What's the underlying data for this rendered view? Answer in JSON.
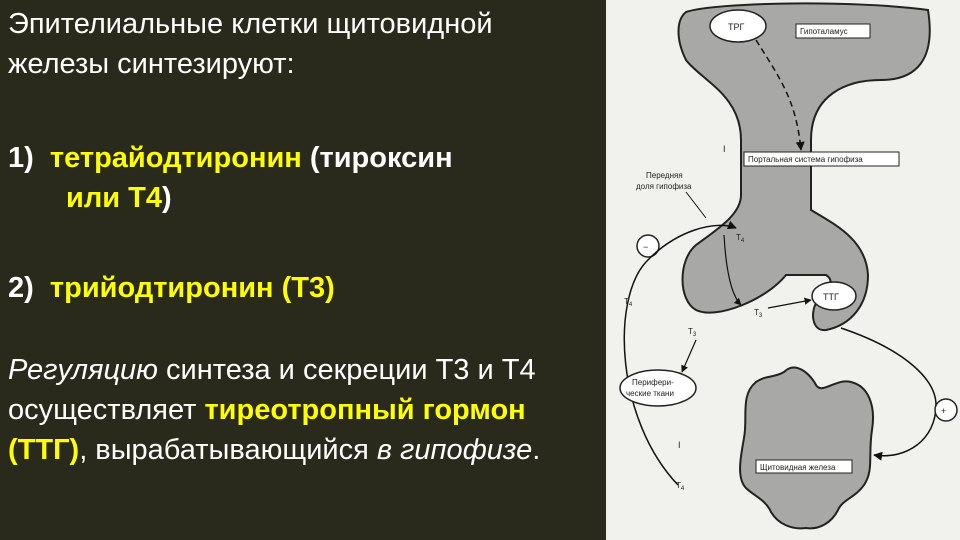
{
  "text": {
    "intro": "Эпителиальные клетки щитовидной железы синтезируют:",
    "item1_num": "1)",
    "item1_a": "тетрайодтиронин",
    "item1_b": " (тироксин",
    "item1_c": "или Т4",
    "item1_d": ")",
    "item2_num": "2)",
    "item2": "трийодтиронин (Т3)",
    "reg_1": "Регуляцию",
    "reg_2": " синтеза и секреции Т3 и Т4 осуществляет ",
    "reg_3": "тиреотропный гормон (ТТГ)",
    "reg_4": ", вырабатывающийся ",
    "reg_5": "в гипофизе",
    "reg_6": "."
  },
  "diagram": {
    "trg": "ТРГ",
    "hypothalamus": "Гипоталамус",
    "portal": "Портальная система гипофиза",
    "anterior_1": "Передняя",
    "anterior_2": "доля гипофиза",
    "ttg": "ТТГ",
    "periph_1": "Перифери-",
    "periph_2": "ческие ткани",
    "thyroid": "Щитовидная железа",
    "t4": "Т",
    "t3": "Т",
    "sub4": "4",
    "sub3": "3",
    "minus": "−",
    "plus": "+",
    "bar": "I"
  },
  "colors": {
    "background_left": "#2a2a1c",
    "text": "#ffffff",
    "highlight": "#ffff00",
    "diagram_bg": "#f1f1ee",
    "organ_fill": "#a8a8a6"
  }
}
